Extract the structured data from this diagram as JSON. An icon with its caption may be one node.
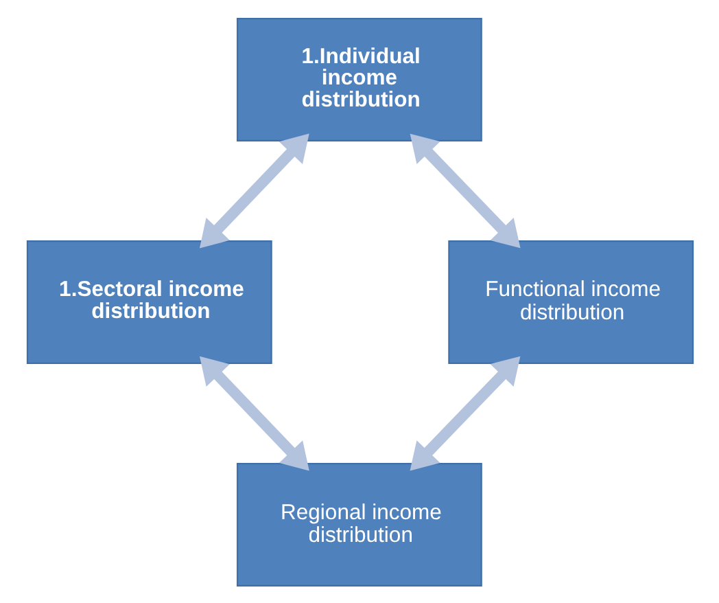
{
  "diagram": {
    "nodes": [
      {
        "text": [
          "1.Individual income distribution"
        ]
      },
      {
        "text": [
          "1.Sectoral income distribution"
        ]
      },
      {
        "text": [
          "Functional income distribution"
        ]
      },
      {
        "text": [
          "Regional income distribution"
        ]
      }
    ],
    "edges": [
      {
        "from": 0,
        "to": 1,
        "arrow": "both"
      },
      {
        "from": 0,
        "to": 2,
        "arrow": "both"
      },
      {
        "from": 1,
        "to": 3,
        "arrow": "both"
      },
      {
        "from": 2,
        "to": 3,
        "arrow": "both"
      }
    ]
  }
}
